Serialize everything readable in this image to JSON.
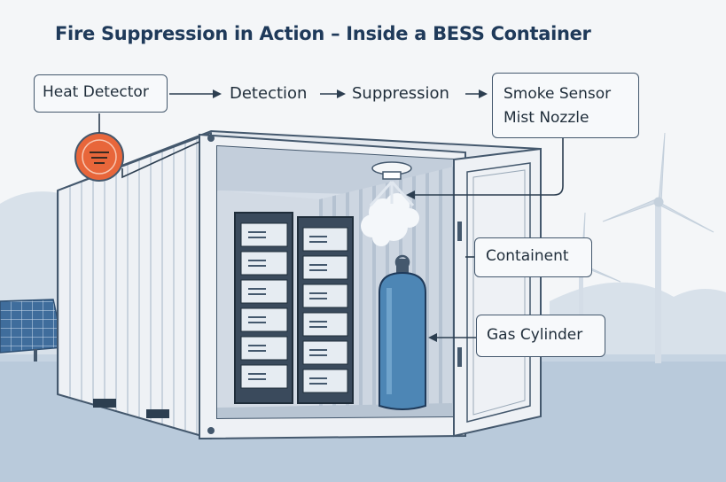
{
  "title": "Fire Suppression in Action – Inside a BESS Container",
  "flow": {
    "start": "Heat Detector",
    "step1": "Detection",
    "step2": "Suppression",
    "end_line1": "Smoke Sensor",
    "end_line2": "Mist Nozzle"
  },
  "labels": {
    "containent": "Containent",
    "gas_cylinder": "Gas Cylinder"
  },
  "colors": {
    "title": "#1f3a5a",
    "detector": "#e8663a",
    "cylinder": "#4d86b5",
    "container": "#eef1f5",
    "ground": "#b9cadb"
  },
  "icons": [
    "heat-detector-icon",
    "smoke-sensor-icon",
    "mist-spray-icon",
    "gas-cylinder-icon",
    "battery-rack-icon",
    "wind-turbine-icon",
    "solar-panel-icon"
  ]
}
